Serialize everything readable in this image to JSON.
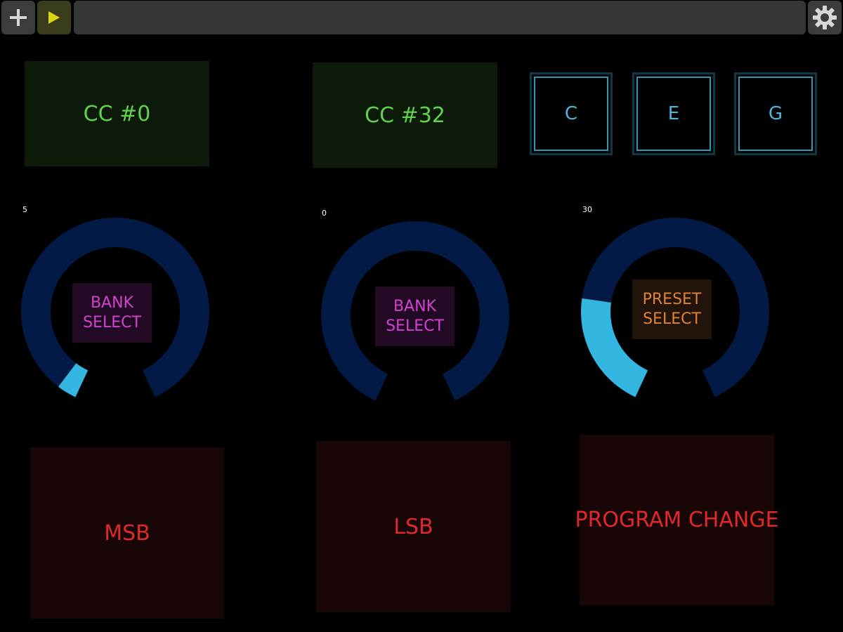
{
  "toolbar": {
    "add_icon": "plus-icon",
    "play_icon": "play-icon",
    "settings_icon": "gear-icon",
    "play_color": "#d8d80c"
  },
  "cc_buttons": [
    {
      "label": "CC #0"
    },
    {
      "label": "CC #32"
    }
  ],
  "note_buttons": [
    {
      "label": "C"
    },
    {
      "label": "E"
    },
    {
      "label": "G"
    }
  ],
  "knobs": [
    {
      "value_label": "5",
      "value": 5,
      "max": 127,
      "label": "BANK\nSELECT"
    },
    {
      "value_label": "0",
      "value": 0,
      "max": 127,
      "label": "BANK\nSELECT"
    },
    {
      "value_label": "30",
      "value": 30,
      "max": 127,
      "label": "PRESET\nSELECT"
    }
  ],
  "pads": [
    {
      "label": "MSB"
    },
    {
      "label": "LSB"
    },
    {
      "label": "PROGRAM CHANGE"
    }
  ],
  "colors": {
    "knob_track": "#021a45",
    "knob_fill": "#33b6e0"
  }
}
